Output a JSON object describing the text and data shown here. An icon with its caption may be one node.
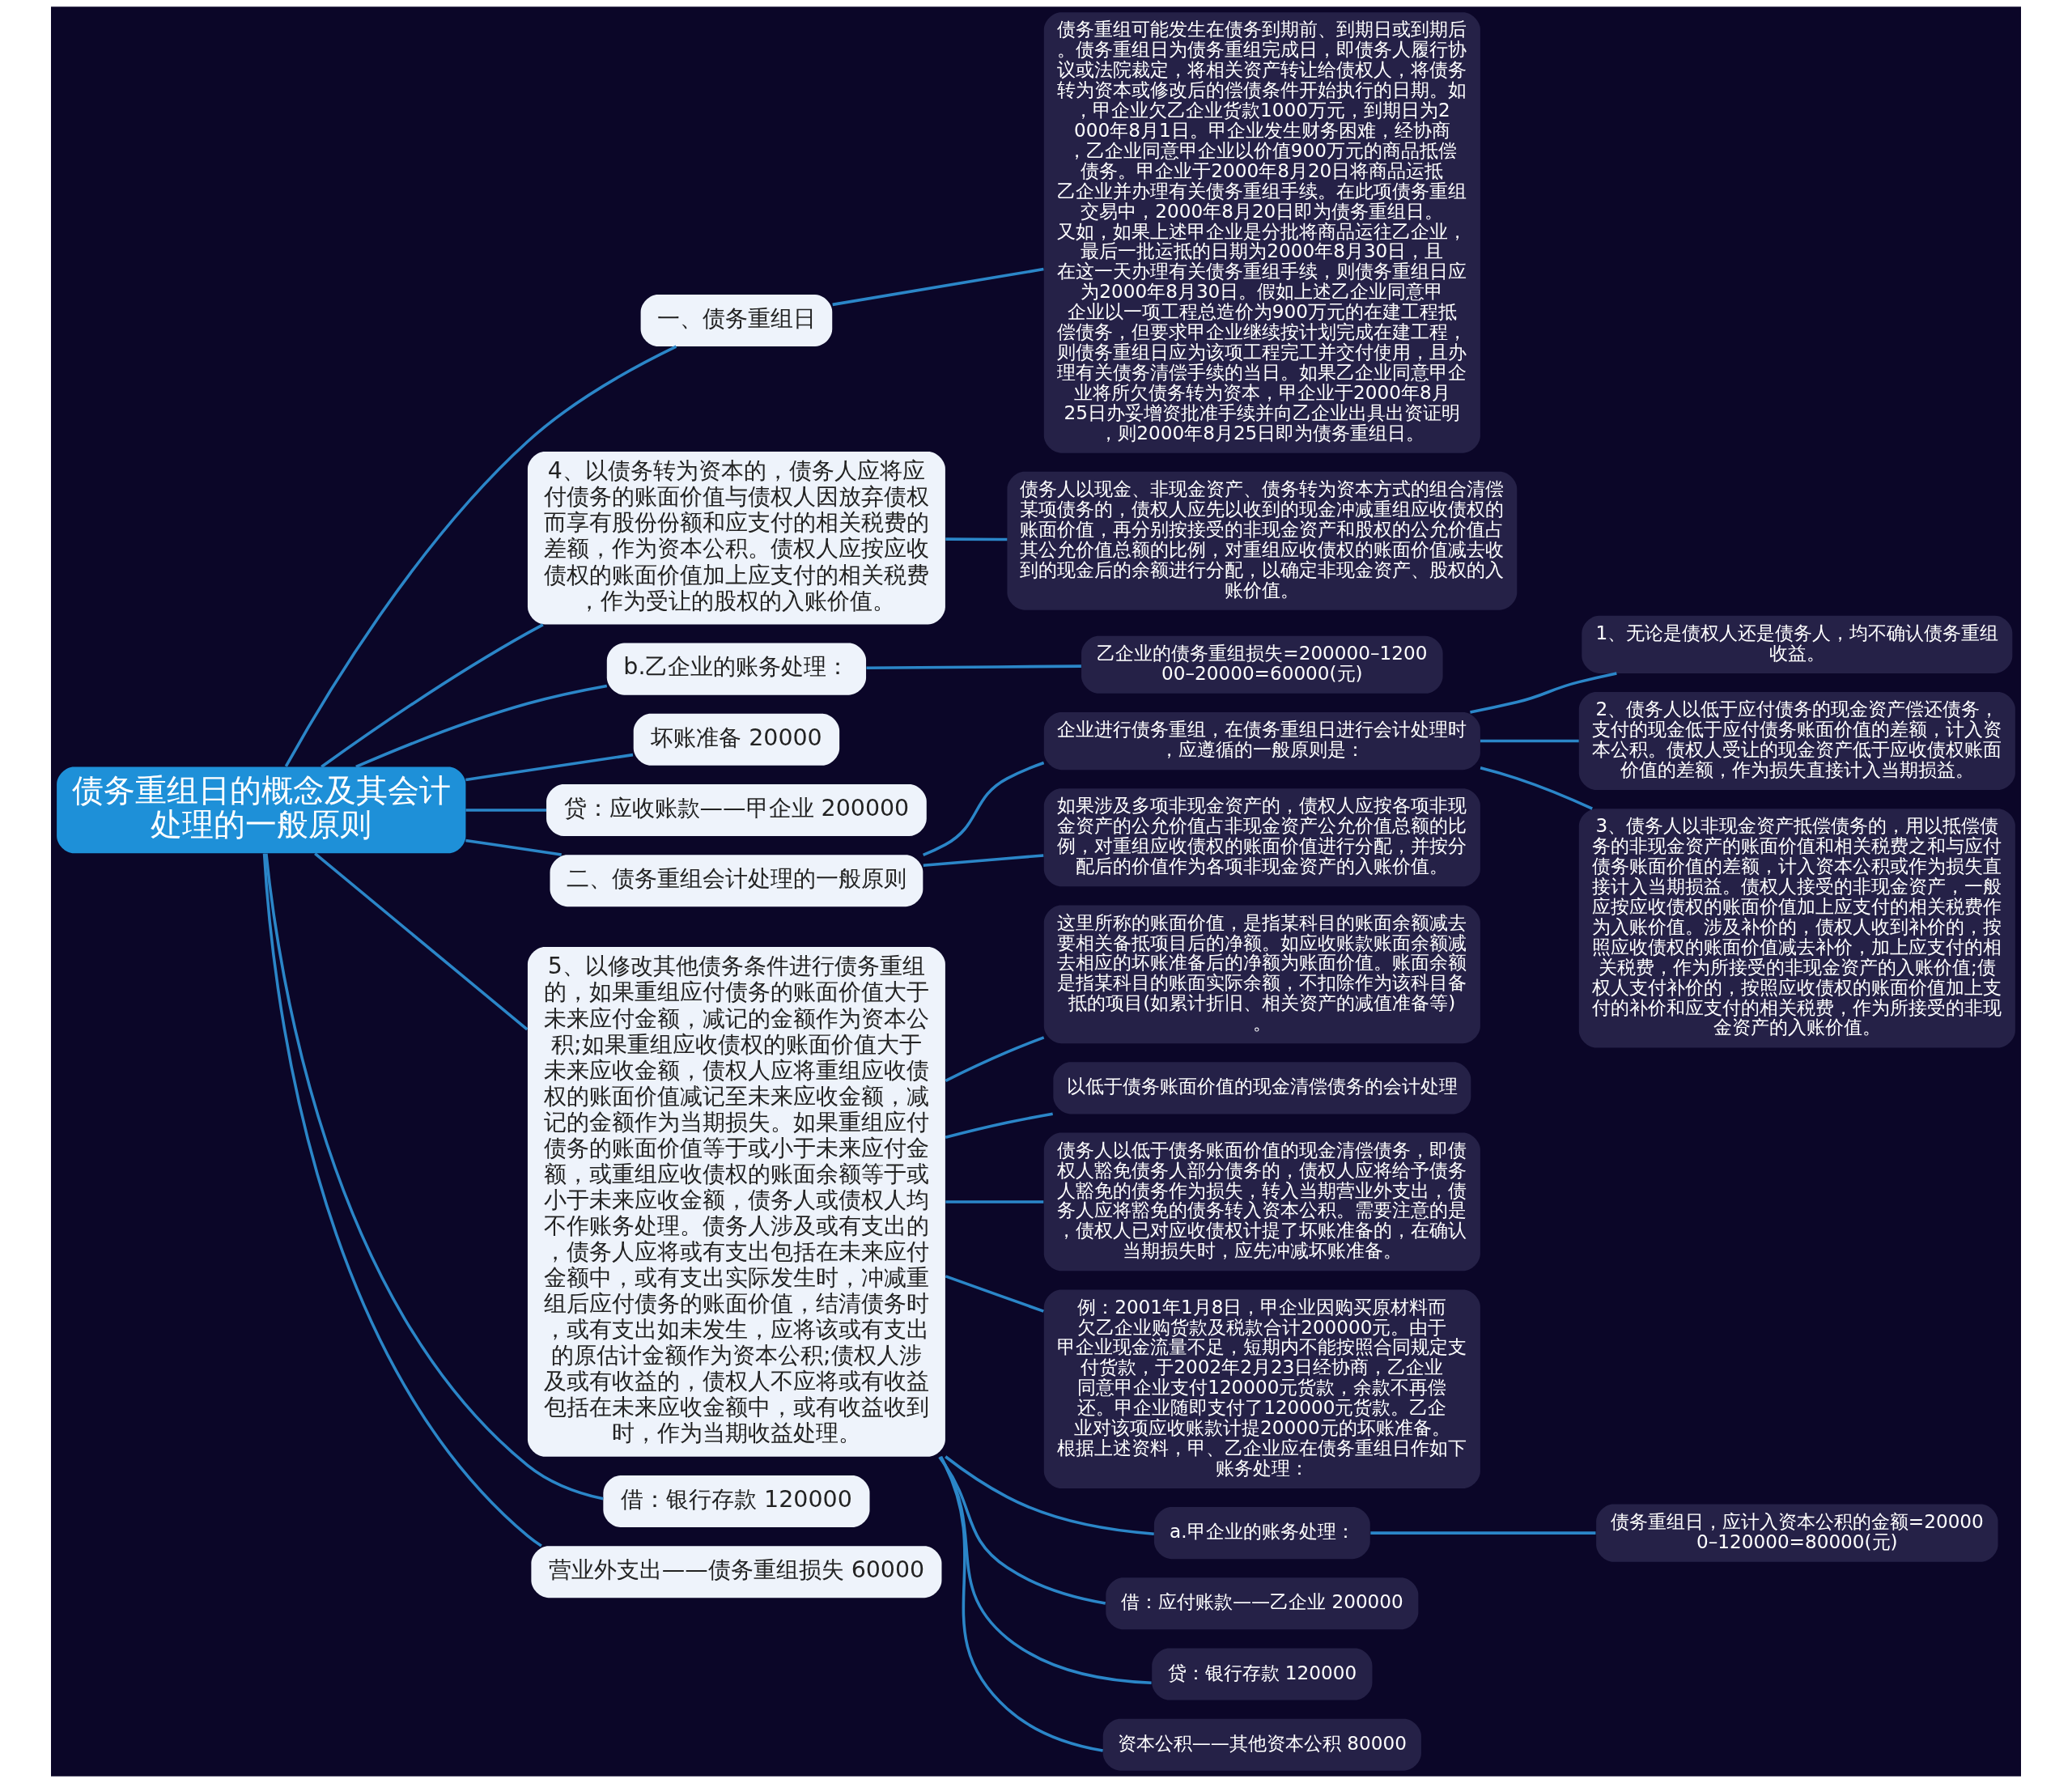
{
  "diagram": {
    "nodes": [
      {
        "text": [
          "债务重组日的概念及其会计处理的一般原则"
        ]
      },
      {
        "text": [
          "一、债务重组日"
        ]
      },
      {
        "text": [
          "债务重组可能发生在债务到期前、到期日或到期后。债务重组日为债务重组完成日，即债务人履行协议或法院裁定，将相关资产转让给债权人，将债务转为资本或修改后的偿债条件开始执行的日期。如，甲企业欠乙企业货款1000万元，到期日为2000年8月1日。甲企业发生财务困难，经协商，乙企业同意甲企业以价值900万元的商品抵偿债务。甲企业于2000年8月20日将商品运抵乙企业并办理有关债务重组手续。在此项债务重组交易中，2000年8月20日即为债务重组日。又如，如果上述甲企业是分批将商品运往乙企业，最后一批运抵的日期为2000年8月30日，且在这一天办理有关债务重组手续，则债务重组日应为2000年8月30日。假如上述乙企业同意甲企业以一项工程总造价为900万元的在建工程抵偿债务，但要求甲企业继续按计划完成在建工程，则债务重组日应为该项工程完工并交付使用，且办理有关债务清偿手续的当日。如果乙企业同意甲企业将所欠债务转为资本，甲企业于2000年8月25日办妥增资批准手续并向乙企业出具出资证明，则2000年8月25日即为债务重组日。"
        ]
      },
      {
        "text": [
          "4、以债务转为资本的，债务人应将应付债务的账面价值与债权人因放弃债权而享有股份份额和应支付的相关税费的差额，作为资本公积。债权人应按应收债权的账面价值加上应支付的相关税费，作为受让的股权的入账价值。"
        ]
      },
      {
        "text": [
          "债务人以现金、非现金资产、债务转为资本方式的组合清偿某项债务的，债权人应先以收到的现金冲减重组应收债权的账面价值，再分别按接受的非现金资产和股权的公允价值占其公允价值总额的比例，对重组应收债权的账面价值减去收到的现金后的余额进行分配，以确定非现金资产、股权的入账价值。"
        ]
      },
      {
        "text": [
          "b.乙企业的账务处理："
        ]
      },
      {
        "text": [
          "乙企业的债务重组损失=200000–120000–20000=60000(元)"
        ]
      },
      {
        "text": [
          "坏账准备 20000"
        ]
      },
      {
        "text": [
          "贷：应收账款——甲企业 200000"
        ]
      },
      {
        "text": [
          "二、债务重组会计处理的一般原则"
        ]
      },
      {
        "text": [
          "企业进行债务重组，在债务重组日进行会计处理时，应遵循的一般原则是："
        ]
      },
      {
        "text": [
          "1、无论是债权人还是债务人，均不确认债务重组收益。"
        ]
      },
      {
        "text": [
          "2、债务人以低于应付债务的现金资产偿还债务，支付的现金低于应付债务账面价值的差额，计入资本公积。债权人受让的现金资产低于应收债权账面价值的差额，作为损失直接计入当期损益。"
        ]
      },
      {
        "text": [
          "3、债务人以非现金资产抵偿债务的，用以抵偿债务的非现金资产的账面价值和相关税费之和与应付债务账面价值的差额，计入资本公积或作为损失直接计入当期损益。债权人接受的非现金资产，一般应按应收债权的账面价值加上应支付的相关税费作为入账价值。涉及补价的，债权人收到补价的，按照应收债权的账面价值减去补价，加上应支付的相关税费，作为所接受的非现金资产的入账价值;债权人支付补价的，按照应收债权的账面价值加上支付的补价和应支付的相关税费，作为所接受的非现金资产的入账价值。"
        ]
      },
      {
        "text": [
          "如果涉及多项非现金资产的，债权人应按各项非现金资产的公允价值占非现金资产公允价值总额的比例，对重组应收债权的账面价值进行分配，并按分配后的价值作为各项非现金资产的入账价值。"
        ]
      },
      {
        "text": [
          "5、以修改其他债务条件进行债务重组的，如果重组应付债务的账面价值大于未来应付金额，减记的金额作为资本公积;如果重组应收债权的账面价值大于未来应收金额，债权人应将重组应收债权的账面价值减记至未来应收金额，减记的金额作为当期损失。如果重组应付债务的账面价值等于或小于未来应付金额，或重组应收债权的账面余额等于或小于未来应收金额，债务人或债权人均不作账务处理。债务人涉及或有支出的，债务人应将或有支出包括在未来应付金额中，或有支出实际发生时，冲减重组后应付债务的账面价值，结清债务时，或有支出如未发生，应将该或有支出的原估计金额作为资本公积;债权人涉及或有收益的，债权人不应将或有收益包括在未来应收金额中，或有收益收到时，作为当期收益处理。"
        ]
      },
      {
        "text": [
          "这里所称的账面价值，是指某科目的账面余额减去要相关备抵项目后的净额。如应收账款账面余额减去相应的坏账准备后的净额为账面价值。账面余额是指某科目的账面实际余额，不扣除作为该科目备抵的项目(如累计折旧、相关资产的减值准备等)。"
        ]
      },
      {
        "text": [
          "以低于债务账面价值的现金清偿债务的会计处理"
        ]
      },
      {
        "text": [
          "债务人以低于债务账面价值的现金清偿债务，即债权人豁免债务人部分债务的，债权人应将给予债务人豁免的债务作为损失，转入当期营业外支出，债务人应将豁免的债务转入资本公积。需要注意的是，债权人已对应收债权计提了坏账准备的，在确认当期损失时，应先冲减坏账准备。"
        ]
      },
      {
        "text": [
          "例：2001年1月8日，甲企业因购买原材料而欠乙企业购货款及税款合计200000元。由于甲企业现金流量不足，短期内不能按照合同规定支付货款，于2002年2月23日经协商，乙企业同意甲企业支付120000元货款，余款不再偿还。甲企业随即支付了120000元货款。乙企业对该项应收账款计提20000元的坏账准备。根据上述资料，甲、乙企业应在债务重组日作如下账务处理："
        ]
      },
      {
        "text": [
          "a.甲企业的账务处理："
        ]
      },
      {
        "text": [
          "债务重组日，应计入资本公积的金额=200000–120000=80000(元)"
        ]
      },
      {
        "text": [
          "借：应付账款——乙企业 200000"
        ]
      },
      {
        "text": [
          "贷：银行存款 120000"
        ]
      },
      {
        "text": [
          "资本公积——其他资本公积 80000"
        ]
      },
      {
        "text": [
          "借：银行存款 120000"
        ]
      },
      {
        "text": [
          "营业外支出——债务重组损失 60000"
        ]
      }
    ],
    "edges": [
      {
        "from": 0,
        "to": 1,
        "arrow": "none"
      },
      {
        "from": 1,
        "to": 2,
        "arrow": "none"
      },
      {
        "from": 0,
        "to": 3,
        "arrow": "none"
      },
      {
        "from": 3,
        "to": 4,
        "arrow": "none"
      },
      {
        "from": 0,
        "to": 5,
        "arrow": "none"
      },
      {
        "from": 5,
        "to": 6,
        "arrow": "none"
      },
      {
        "from": 0,
        "to": 7,
        "arrow": "none"
      },
      {
        "from": 0,
        "to": 8,
        "arrow": "none"
      },
      {
        "from": 0,
        "to": 9,
        "arrow": "none"
      },
      {
        "from": 9,
        "to": 10,
        "arrow": "none"
      },
      {
        "from": 10,
        "to": 11,
        "arrow": "none"
      },
      {
        "from": 10,
        "to": 12,
        "arrow": "none"
      },
      {
        "from": 10,
        "to": 13,
        "arrow": "none"
      },
      {
        "from": 9,
        "to": 14,
        "arrow": "none"
      },
      {
        "from": 0,
        "to": 15,
        "arrow": "none"
      },
      {
        "from": 15,
        "to": 16,
        "arrow": "none"
      },
      {
        "from": 15,
        "to": 17,
        "arrow": "none"
      },
      {
        "from": 15,
        "to": 18,
        "arrow": "none"
      },
      {
        "from": 15,
        "to": 19,
        "arrow": "none"
      },
      {
        "from": 15,
        "to": 20,
        "arrow": "none"
      },
      {
        "from": 20,
        "to": 21,
        "arrow": "none"
      },
      {
        "from": 15,
        "to": 22,
        "arrow": "none"
      },
      {
        "from": 15,
        "to": 23,
        "arrow": "none"
      },
      {
        "from": 15,
        "to": 24,
        "arrow": "none"
      },
      {
        "from": 0,
        "to": 25,
        "arrow": "none"
      },
      {
        "from": 0,
        "to": 26,
        "arrow": "none"
      }
    ]
  }
}
